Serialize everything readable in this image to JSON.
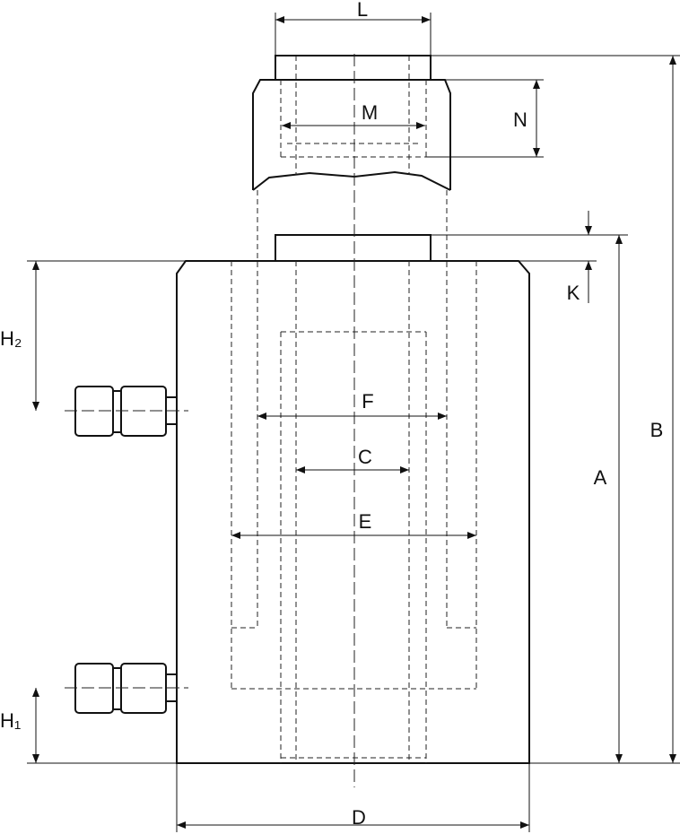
{
  "labels": {
    "L": "L",
    "M": "M",
    "N": "N",
    "K": "K",
    "B": "B",
    "A": "A",
    "F": "F",
    "C": "C",
    "E": "E",
    "D": "D",
    "H2": "H₂",
    "H1": "H₁"
  }
}
